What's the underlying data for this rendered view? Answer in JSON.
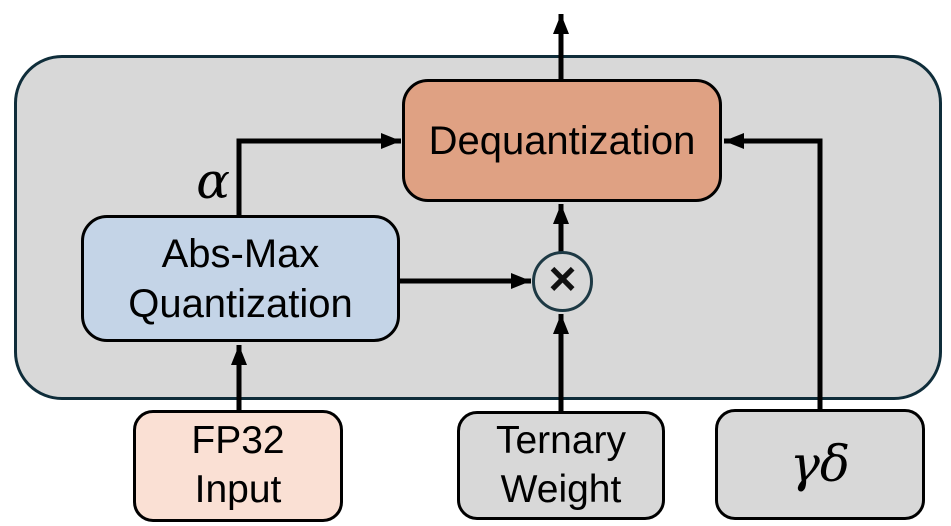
{
  "diagram": {
    "description": "Ternary weight quantization pipeline diagram",
    "nodes": {
      "dequantization": {
        "label": "Dequantization",
        "fill": "#DFA183"
      },
      "absmax": {
        "lines": [
          "Abs-Max",
          "Quantization"
        ],
        "fill": "#C4D4E7"
      },
      "fp32_input": {
        "lines": [
          "FP32",
          "Input"
        ],
        "fill": "#FAE0D4"
      },
      "ternary_weight": {
        "lines": [
          "Ternary",
          "Weight"
        ],
        "fill": "#D8D8D8"
      },
      "gamma_delta": {
        "label": "γδ",
        "fill": "#D8D8D8"
      }
    },
    "labels": {
      "alpha": "α",
      "multiply": "×"
    },
    "edges": [
      {
        "name": "fp32-to-absmax",
        "from": "fp32_input",
        "to": "absmax"
      },
      {
        "name": "alpha-to-dequantization",
        "from": "absmax",
        "to": "dequantization",
        "label": "α"
      },
      {
        "name": "absmax-to-multiply",
        "from": "absmax",
        "to": "multiply"
      },
      {
        "name": "ternary-to-multiply",
        "from": "ternary_weight",
        "to": "multiply"
      },
      {
        "name": "multiply-to-dequantization",
        "from": "multiply",
        "to": "dequantization"
      },
      {
        "name": "gammadelta-to-dequantization",
        "from": "gamma_delta",
        "to": "dequantization"
      },
      {
        "name": "dequantization-output",
        "from": "dequantization",
        "to": "output"
      }
    ],
    "colors": {
      "container_fill": "#D8D8D8",
      "container_border": "#0F2D3A",
      "circle_border": "#1D3944",
      "node_border": "#000000",
      "arrow": "#000000"
    }
  }
}
